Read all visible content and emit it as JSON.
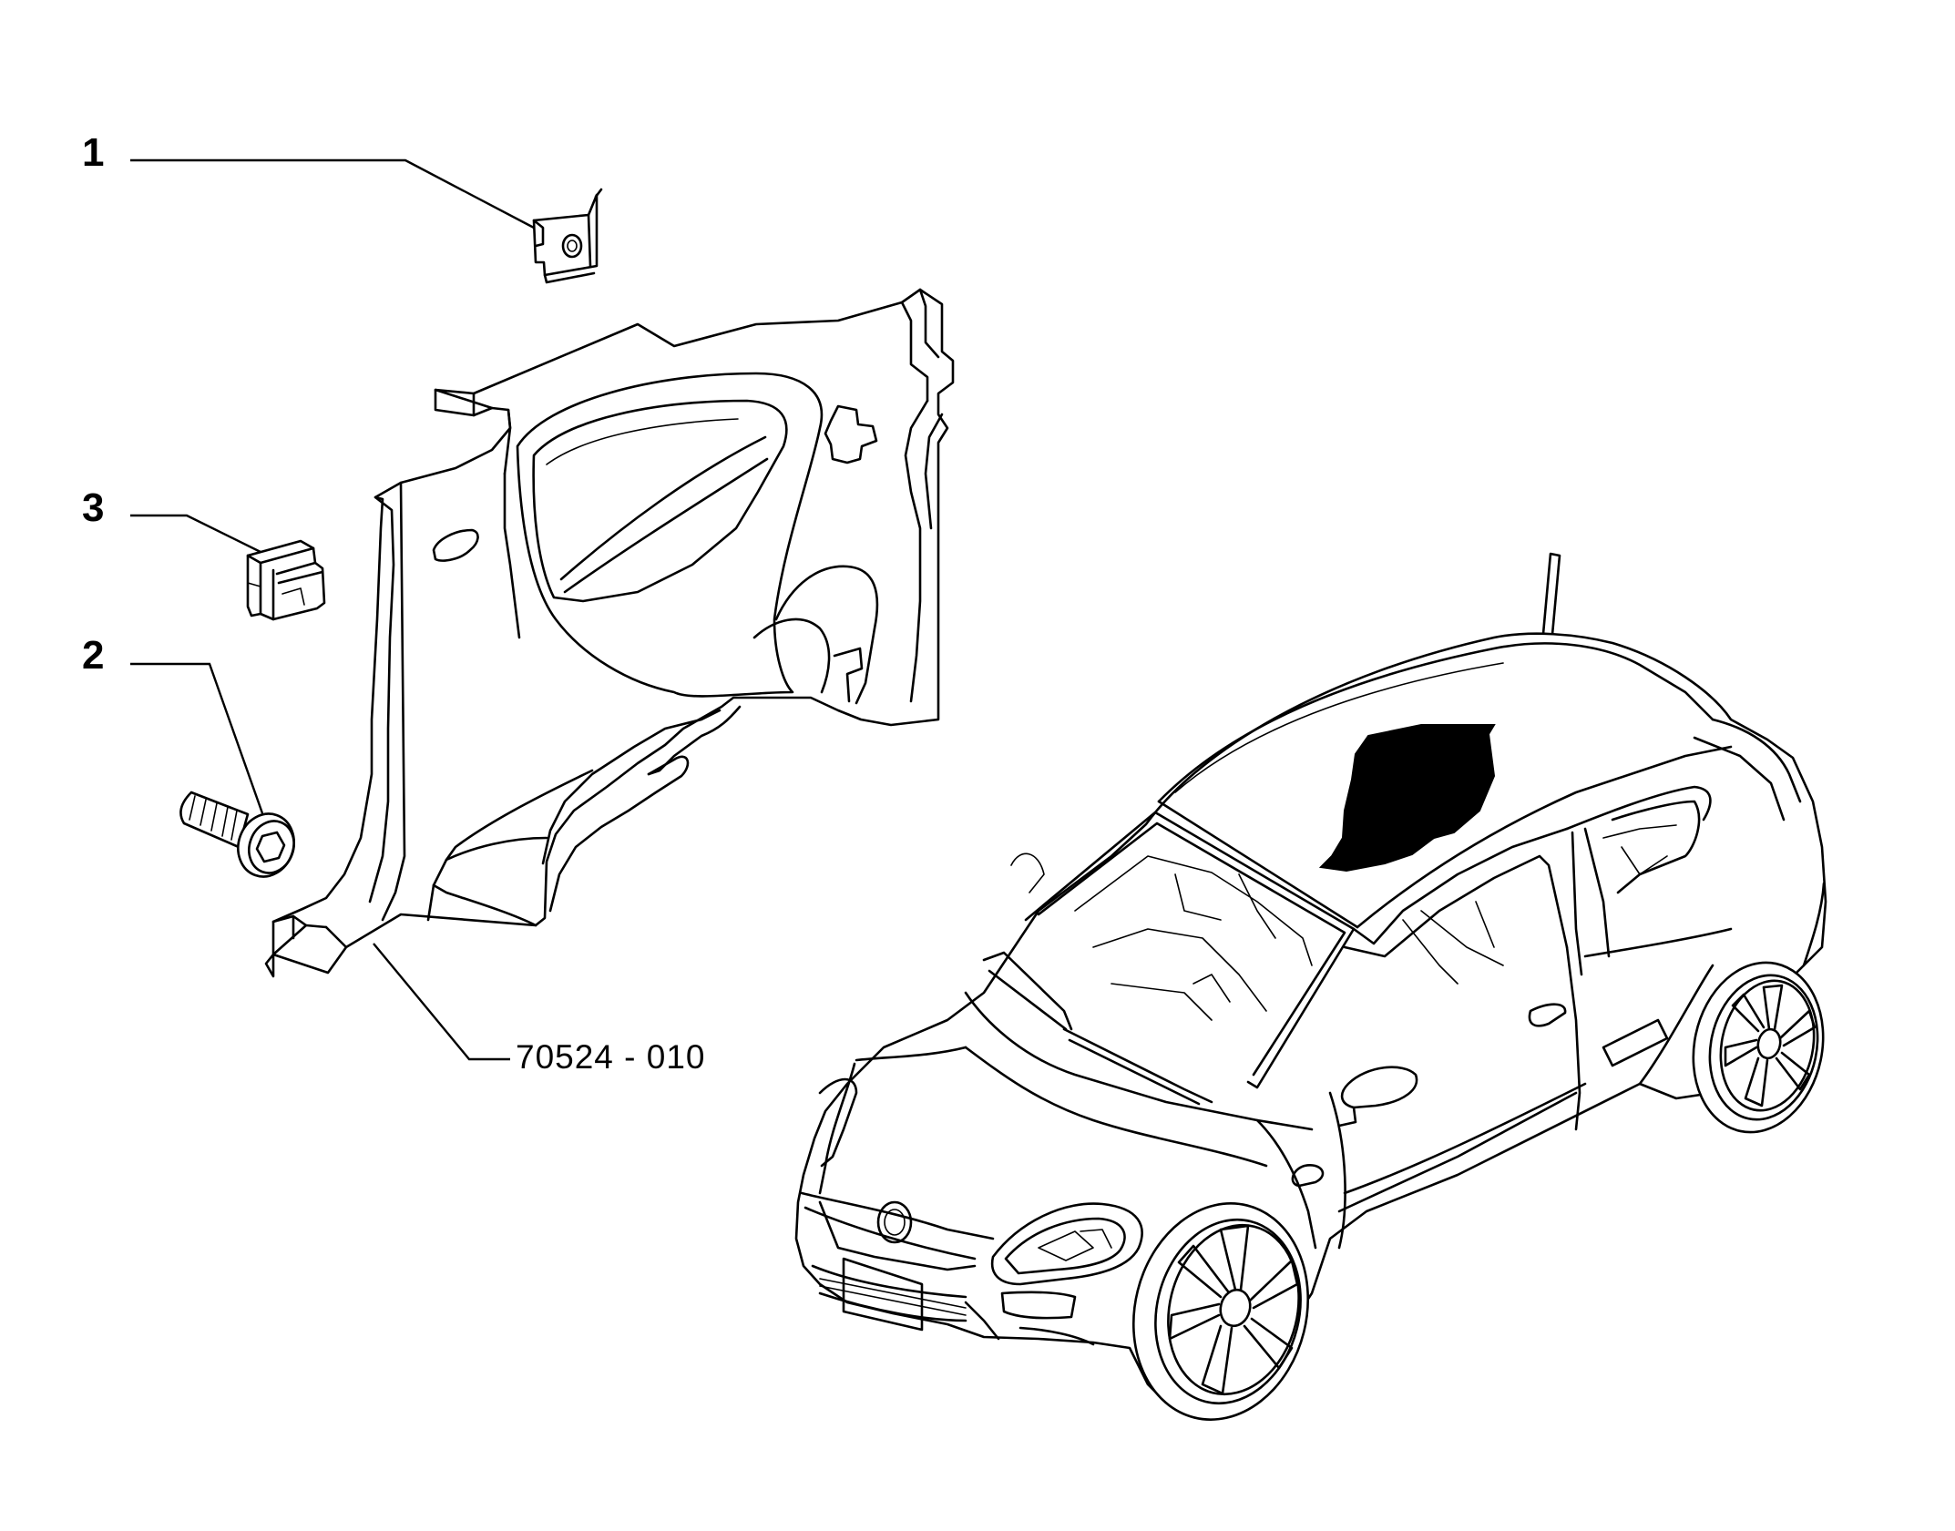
{
  "callouts": [
    {
      "number": "1"
    },
    {
      "number": "3"
    },
    {
      "number": "2"
    }
  ],
  "reference_code": "70524 - 010",
  "colors": {
    "line": "#000000",
    "background": "#ffffff",
    "highlight_fill": "#000000"
  }
}
